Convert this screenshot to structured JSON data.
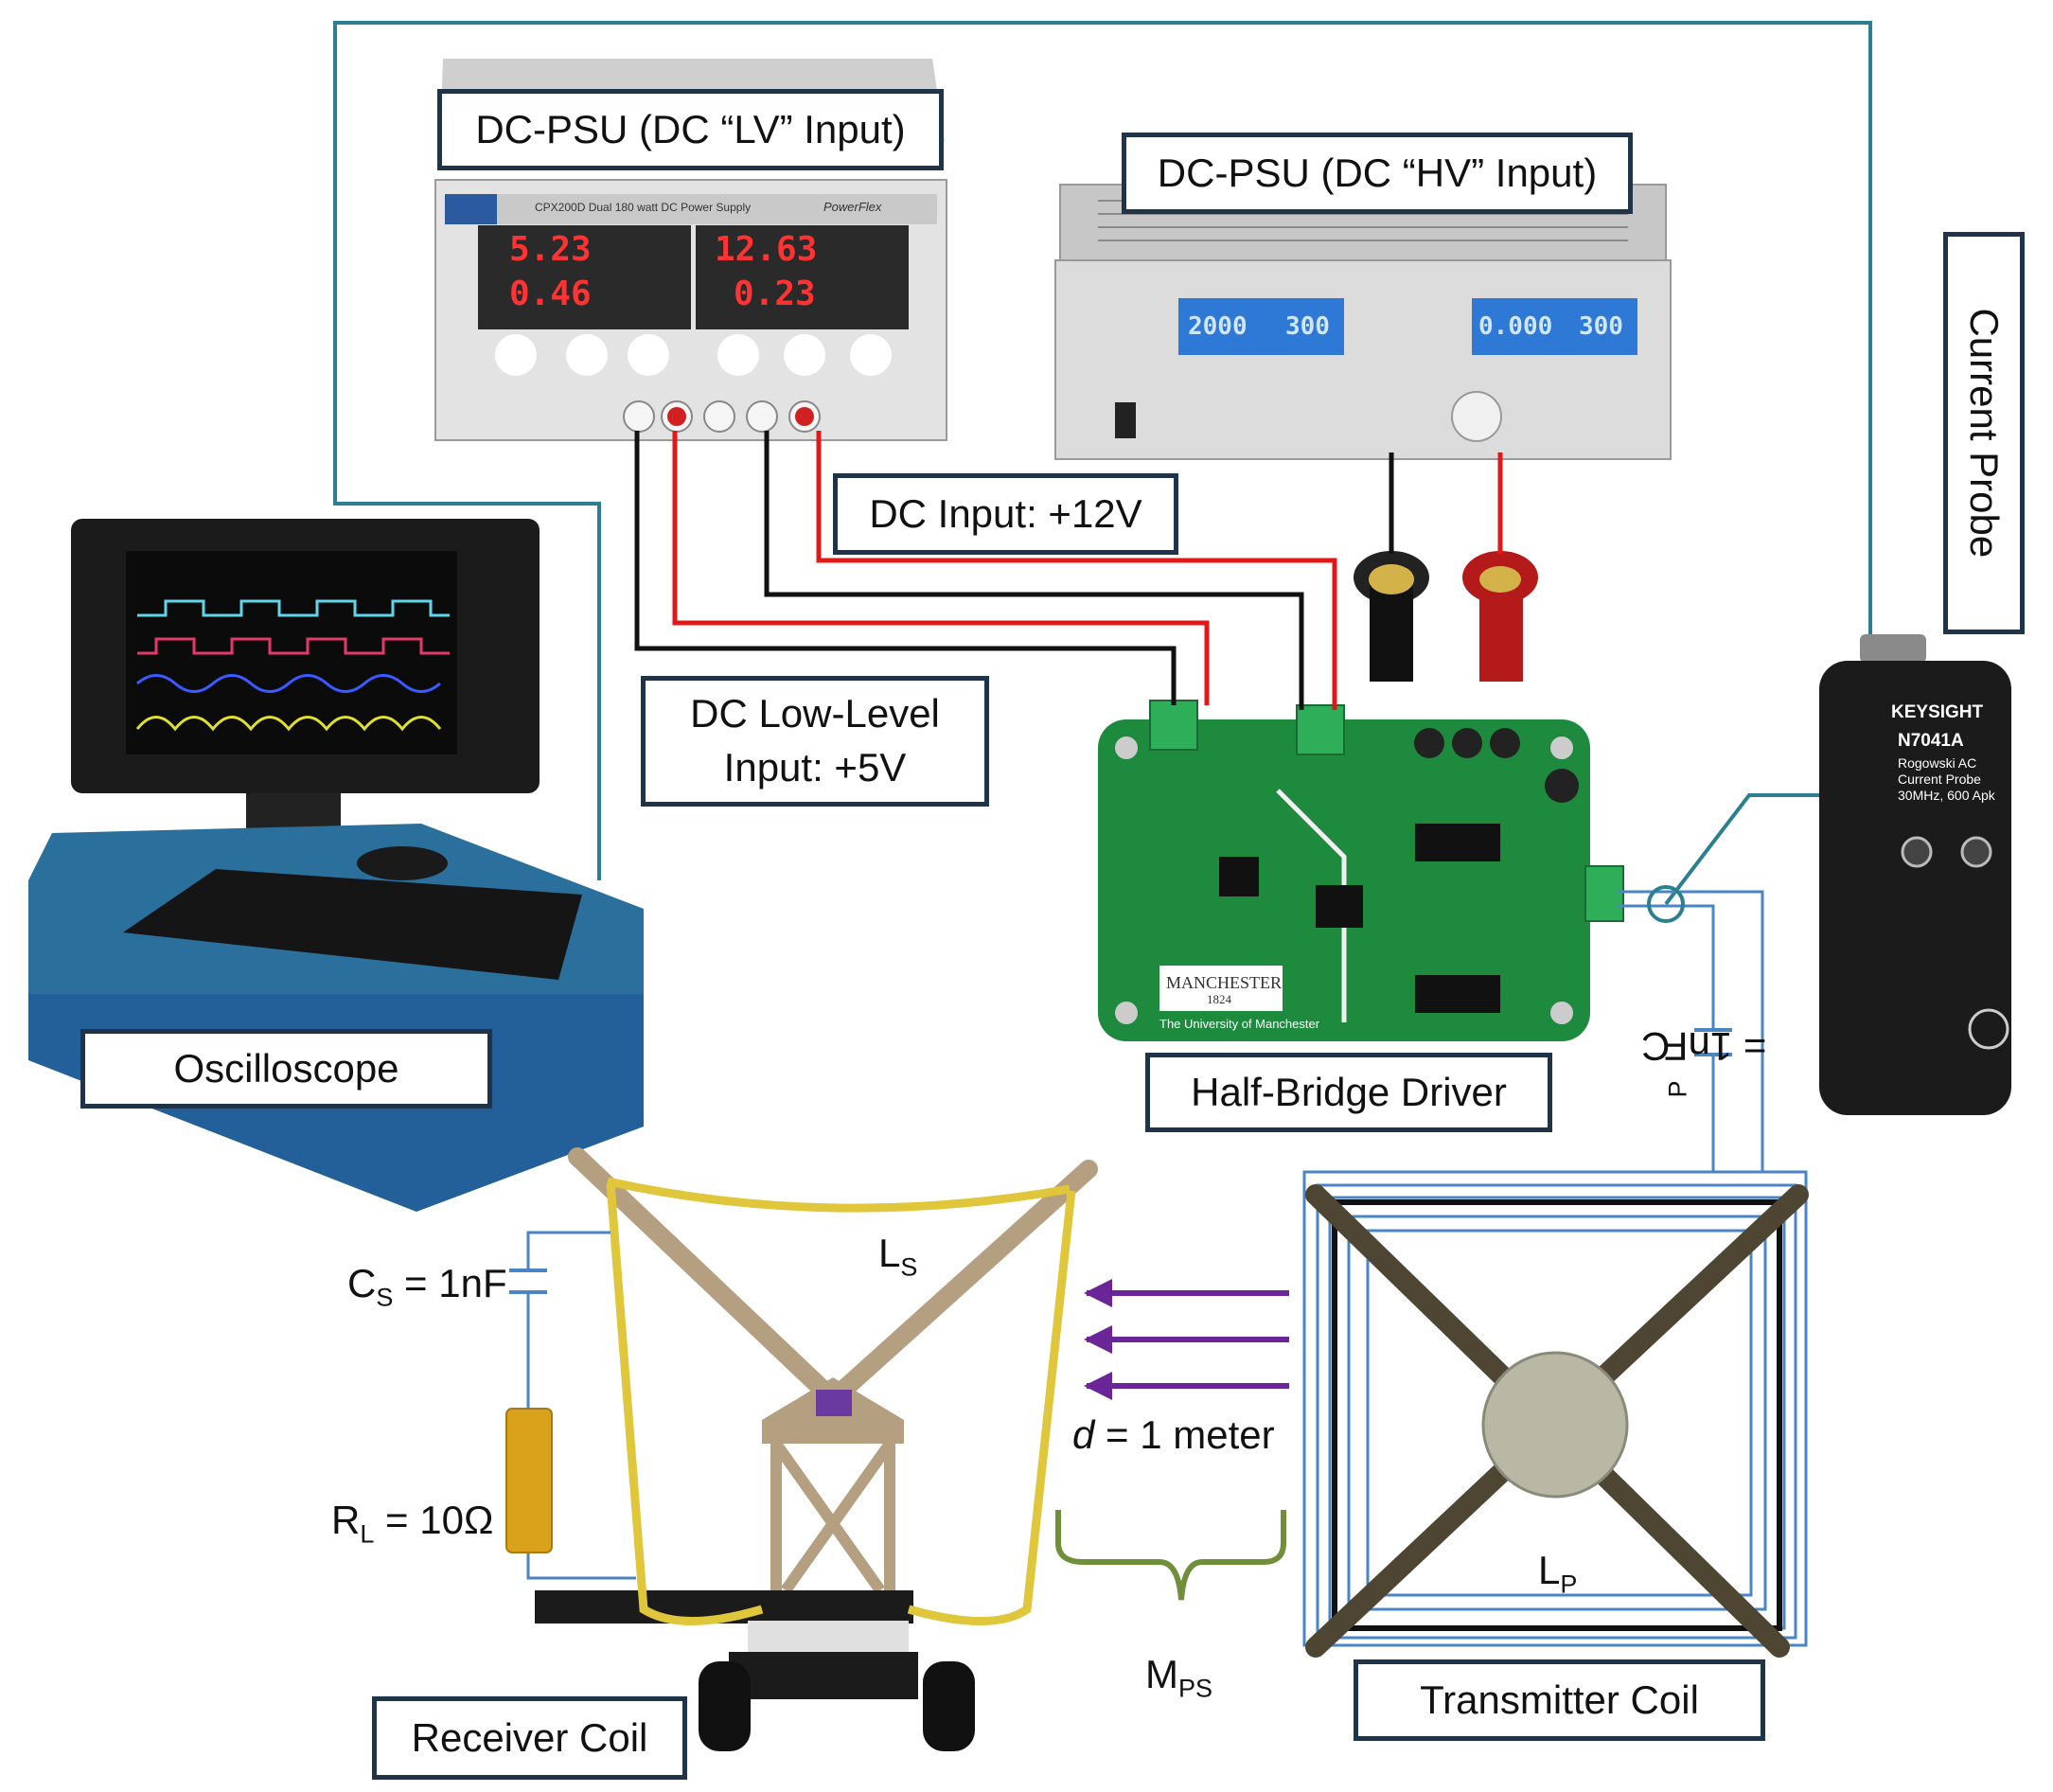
{
  "labels": {
    "psu_lv": "DC-PSU (DC “LV” Input)",
    "psu_hv": "DC-PSU (DC “HV” Input)",
    "current_probe": "Current Probe",
    "dc_input_12v": "DC  Input: +12V",
    "dc_low_level_line1": "DC Low-Level",
    "dc_low_level_line2": "Input: +5V",
    "oscilloscope": "Oscilloscope",
    "half_bridge_driver": "Half-Bridge Driver",
    "receiver_coil": "Receiver Coil",
    "transmitter_coil": "Transmitter Coil"
  },
  "components": {
    "cs_sym": "C",
    "cs_sub": "S",
    "cs_val": " = 1nF",
    "rl_sym": "R",
    "rl_sub": "L",
    "rl_val": " = 10Ω",
    "ls_sym": "L",
    "ls_sub": "S",
    "lp_sym": "L",
    "lp_sub": "P",
    "cp_sym": "C",
    "cp_sub": "P",
    "cp_val": " = 1nF",
    "mps_sym": "M",
    "mps_sub": "PS",
    "distance_var": "d",
    "distance_val": " = 1 meter"
  },
  "devices": {
    "psu_lv_model": "CPX200D  Dual 180 watt  DC Power Supply",
    "psu_lv_brand": "PowerFlex",
    "psu_lv_v1": "5.23",
    "psu_lv_a1": "0.46",
    "psu_lv_v2": "12.63",
    "psu_lv_a2": "0.23",
    "psu_hv_disp1_left": "2000",
    "psu_hv_disp1_right": "300",
    "psu_hv_disp2_left": "0.000",
    "psu_hv_disp2_right": "300",
    "probe_brand": "KEYSIGHT",
    "probe_model": "N7041A",
    "probe_desc1": "Rogowski AC",
    "probe_desc2": "Current Probe",
    "probe_desc3": "30MHz, 600 Apk",
    "board_brand": "MANCHESTER",
    "board_year": "1824",
    "board_univ": "The University of Manchester"
  },
  "colors": {
    "label_border": "#1f3349",
    "scope_wire": "#2a8090",
    "signal_wire": "#4a86c5",
    "power_red": "#e01818",
    "power_black": "#111111",
    "field_arrow": "#6a2596",
    "mutual_brace": "#6f8f3a",
    "pcb_green": "#1d8a3e",
    "coil_yellow": "#e0c63a"
  }
}
